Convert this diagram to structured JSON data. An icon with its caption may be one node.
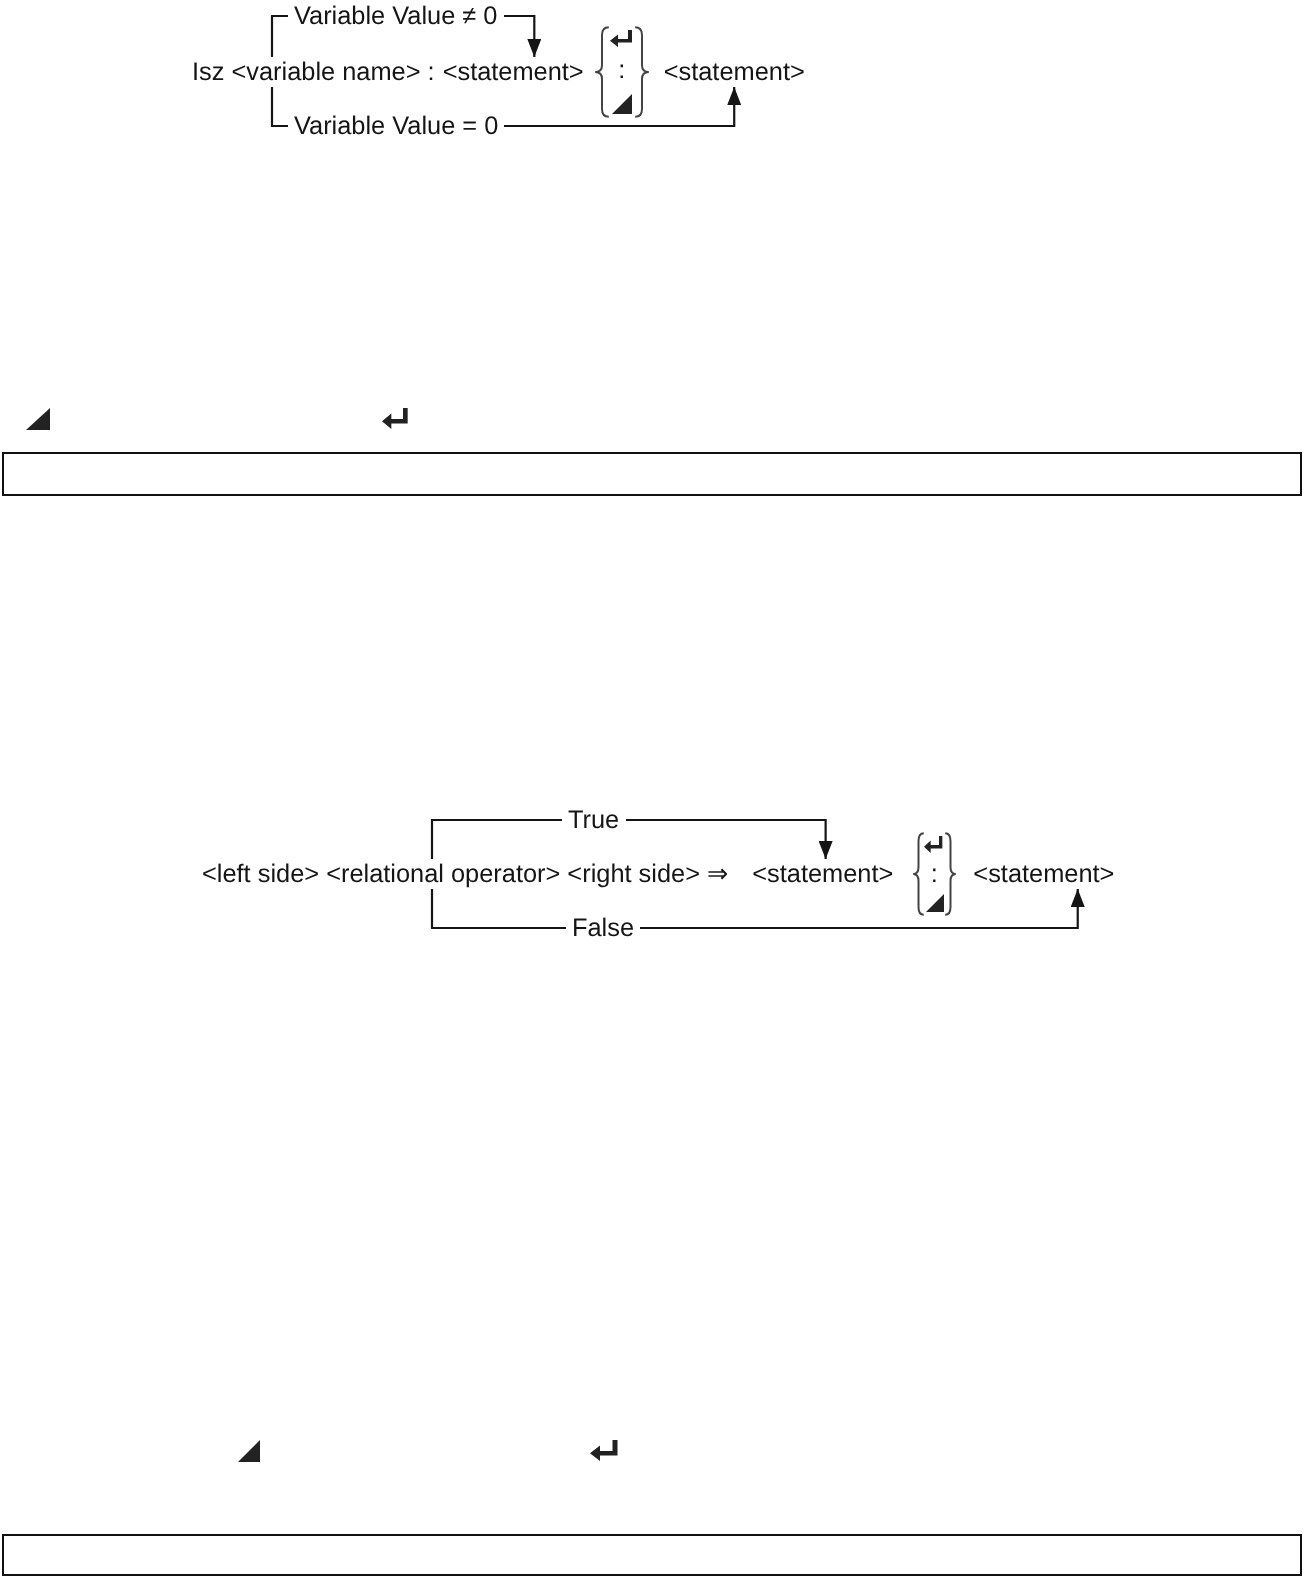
{
  "diagram": {
    "nodes": [
      {
        "text": [
          "Isz <variable name> :"
        ]
      },
      {
        "text": [
          "<statement>"
        ]
      },
      {
        "text": [
          "<statement>"
        ]
      },
      {
        "text": [
          "<left side> <relational operator> <right side> ⇒"
        ]
      },
      {
        "text": [
          "<statement>"
        ]
      },
      {
        "text": [
          "<statement>"
        ]
      }
    ],
    "edges": [
      {
        "from": 0,
        "to": 1,
        "arrow": "to",
        "label": "Variable Value ≠ 0"
      },
      {
        "from": 0,
        "to": 2,
        "arrow": "to",
        "label": "Variable Value = 0"
      },
      {
        "from": 3,
        "to": 4,
        "arrow": "to",
        "label": "True"
      },
      {
        "from": 3,
        "to": 5,
        "arrow": "to",
        "label": "False"
      }
    ],
    "labels": [
      ":",
      ":"
    ]
  }
}
